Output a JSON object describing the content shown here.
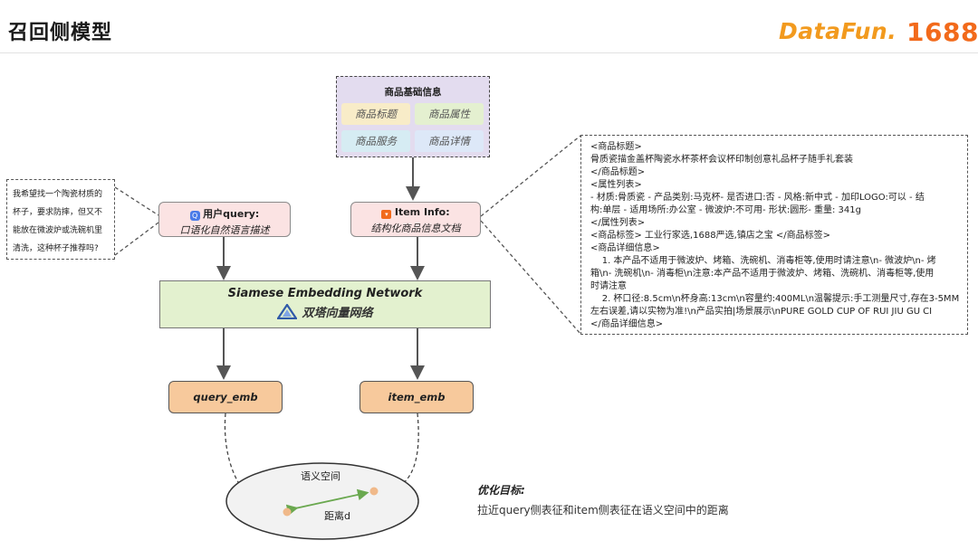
{
  "header": {
    "title": "召回侧模型",
    "logo_datafun": "DataFun.",
    "logo_1688": "1688"
  },
  "item_base": {
    "title": "商品基础信息",
    "tags": [
      "商品标题",
      "商品属性",
      "商品服务",
      "商品详情"
    ]
  },
  "user_query": {
    "label": "用户query:",
    "desc": "口语化自然语言描述",
    "example_lines": [
      "我希望找一个陶瓷材质的",
      "杯子，要求防摔，但又不",
      "能放在微波炉或洗碗机里",
      "清洗，这种杯子推荐吗?"
    ]
  },
  "item_info": {
    "label": "Item Info:",
    "desc": "结构化商品信息文档",
    "doc_lines": [
      "<商品标题>",
      "骨质瓷描金盖杯陶瓷水杯茶杯会议杯印制创意礼品杯子随手礼套装",
      "</商品标题>",
      "<属性列表>",
      "- 材质:骨质瓷 - 产品类别:马克杯- 是否进口:否 - 风格:新中式 - 加印LOGO:可以 - 结",
      "构:单层 - 适用场所:办公室 - 微波炉:不可用- 形状:圆形- 重量: 341g",
      "</属性列表>",
      "<商品标签> 工业行家选,1688严选,镇店之宝 </商品标签>",
      "<商品详细信息>",
      "    1. 本产品不适用于微波炉、烤箱、洗碗机、消毒柜等,使用时请注意\\n- 微波炉\\n- 烤",
      "箱\\n- 洗碗机\\n- 消毒柜\\n注意:本产品不适用于微波炉、烤箱、洗碗机、消毒柜等,使用",
      "时请注意",
      "    2. 杯口径:8.5cm\\n杯身高:13cm\\n容量约:400ML\\n温馨提示:手工测量尺寸,存在3-5MM",
      "左右误差,请以实物为准!\\n产品实拍|场景展示\\nPURE GOLD CUP OF RUI JIU GU CI",
      "</商品详细信息>"
    ]
  },
  "network": {
    "title": "Siamese Embedding Network",
    "subtitle": "双塔向量网络"
  },
  "embeddings": {
    "query": "query_emb",
    "item": "item_emb"
  },
  "semantic_space": {
    "title": "语义空间",
    "distance": "距离d"
  },
  "objective": {
    "title": "优化目标:",
    "desc": "拉近query侧表征和item侧表征在语义空间中的距离"
  },
  "colors": {
    "item_base_bg": "#e3dcef",
    "query_node_bg": "#fbe3e3",
    "item_node_bg": "#fbe3e3",
    "network_bg": "#e3f1cf",
    "emb_bg": "#f7c99c",
    "tag_yellow": "#f8ecc8",
    "tag_green": "#e4f0d0",
    "tag_blue": "#d6ecf3",
    "tag_lightblue": "#dde8f8",
    "distance_arrow": "#6aa84f",
    "point": "#f0b98a"
  }
}
